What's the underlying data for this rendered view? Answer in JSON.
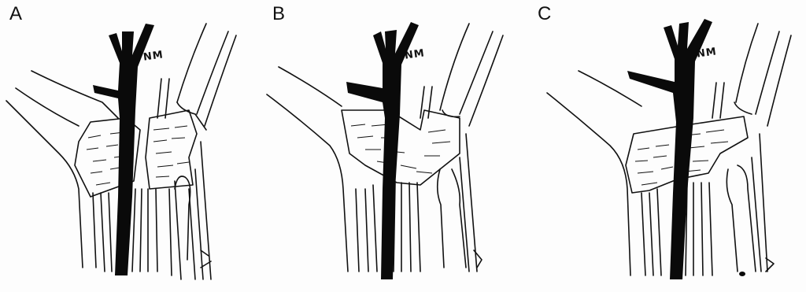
{
  "figure": {
    "panels": [
      {
        "letter": "A",
        "nerve_label": "NM"
      },
      {
        "letter": "B",
        "nerve_label": "NM"
      },
      {
        "letter": "C",
        "nerve_label": "NM"
      }
    ]
  }
}
